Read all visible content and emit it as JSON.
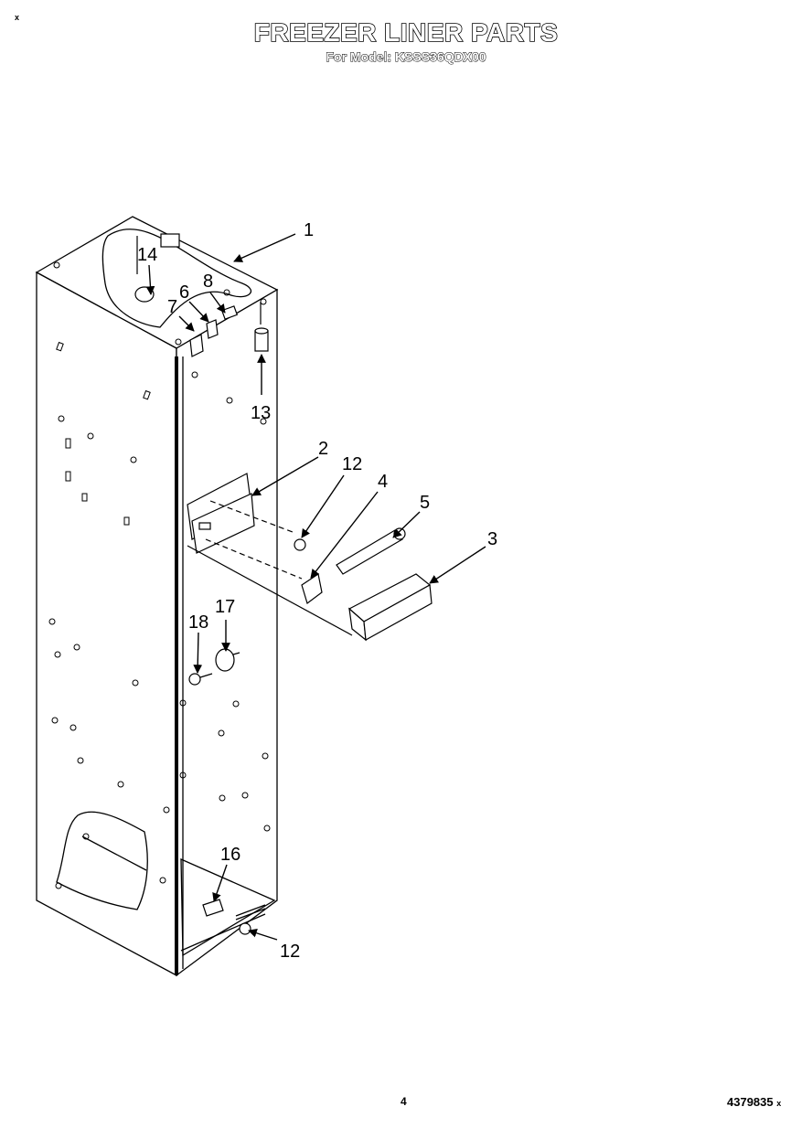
{
  "header": {
    "title": "FREEZER LINER PARTS",
    "subtitle": "For Model: KSSS36QDX00",
    "corner_mark": "x"
  },
  "diagram": {
    "callouts": [
      "1",
      "14",
      "6",
      "8",
      "7",
      "13",
      "2",
      "12",
      "4",
      "5",
      "3",
      "17",
      "18",
      "16",
      "12"
    ]
  },
  "footer": {
    "page_number": "4",
    "doc_number": "4379835",
    "corner_mark": "x"
  }
}
